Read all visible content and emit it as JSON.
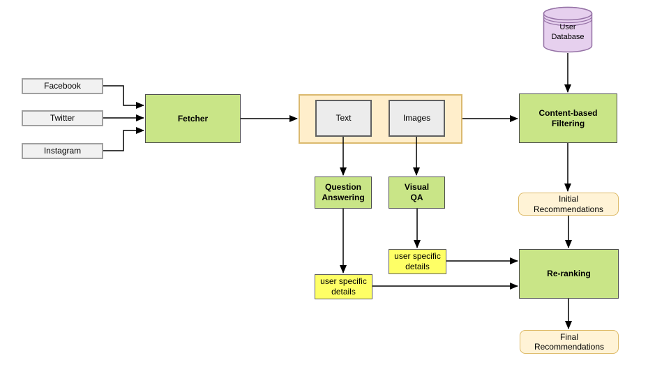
{
  "diagram": {
    "type": "flowchart",
    "nodes": {
      "facebook": {
        "label": "Facebook",
        "kind": "source"
      },
      "twitter": {
        "label": "Twitter",
        "kind": "source"
      },
      "instagram": {
        "label": "Instagram",
        "kind": "source"
      },
      "fetcher": {
        "label": "Fetcher",
        "kind": "process"
      },
      "media_group": {
        "label": "",
        "kind": "container"
      },
      "text": {
        "label": "Text",
        "kind": "data"
      },
      "images": {
        "label": "Images",
        "kind": "data"
      },
      "user_database": {
        "label": "User Database",
        "kind": "database"
      },
      "content_based_filtering": {
        "label": "Content-based Filtering",
        "kind": "process"
      },
      "question_answering": {
        "label": "Question Answering",
        "kind": "process"
      },
      "visual_qa": {
        "label": "Visual QA",
        "kind": "process"
      },
      "user_specific_details_text": {
        "label": "user specific details",
        "kind": "detail"
      },
      "user_specific_details_visual": {
        "label": "user specific details",
        "kind": "detail"
      },
      "initial_recommendations": {
        "label": "Initial Recommendations",
        "kind": "result"
      },
      "re_ranking": {
        "label": "Re-ranking",
        "kind": "process"
      },
      "final_recommendations": {
        "label": "Final Recommendations",
        "kind": "result"
      }
    },
    "edges": [
      {
        "from": "facebook",
        "to": "fetcher"
      },
      {
        "from": "twitter",
        "to": "fetcher"
      },
      {
        "from": "instagram",
        "to": "fetcher"
      },
      {
        "from": "fetcher",
        "to": "media_group"
      },
      {
        "from": "media_group",
        "to": "content_based_filtering"
      },
      {
        "from": "user_database",
        "to": "content_based_filtering"
      },
      {
        "from": "text",
        "to": "question_answering"
      },
      {
        "from": "images",
        "to": "visual_qa"
      },
      {
        "from": "question_answering",
        "to": "user_specific_details_text"
      },
      {
        "from": "visual_qa",
        "to": "user_specific_details_visual"
      },
      {
        "from": "content_based_filtering",
        "to": "initial_recommendations"
      },
      {
        "from": "initial_recommendations",
        "to": "re_ranking"
      },
      {
        "from": "user_specific_details_visual",
        "to": "re_ranking"
      },
      {
        "from": "user_specific_details_text",
        "to": "re_ranking"
      },
      {
        "from": "re_ranking",
        "to": "final_recommendations"
      }
    ],
    "colors": {
      "process_fill": "#c9e587",
      "process_border": "#4d4d4d",
      "detail_fill": "#feff66",
      "detail_border": "#606060",
      "container_fill": "#ffeecb",
      "container_border": "#dbb96e",
      "result_fill": "#fff3d6",
      "result_border": "#ddb965",
      "source_fill": "#f1f1f1",
      "source_border": "#a0a0a0",
      "data_fill": "#ececec",
      "data_border": "#606060",
      "database_fill": "#e6d0ee",
      "database_border": "#9673a6",
      "connector": "#000000",
      "background": "#ffffff"
    }
  }
}
